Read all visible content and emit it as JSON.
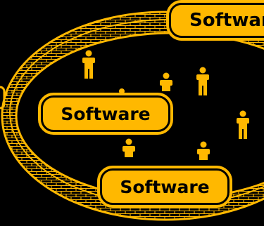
{
  "labels": {
    "top": "Software",
    "middle": "Software",
    "bottom": "Software"
  },
  "icons": [
    "brick-wall-ring-icon",
    "person-icon"
  ],
  "colors": {
    "background": "#000000",
    "accent": "#FFB800"
  }
}
